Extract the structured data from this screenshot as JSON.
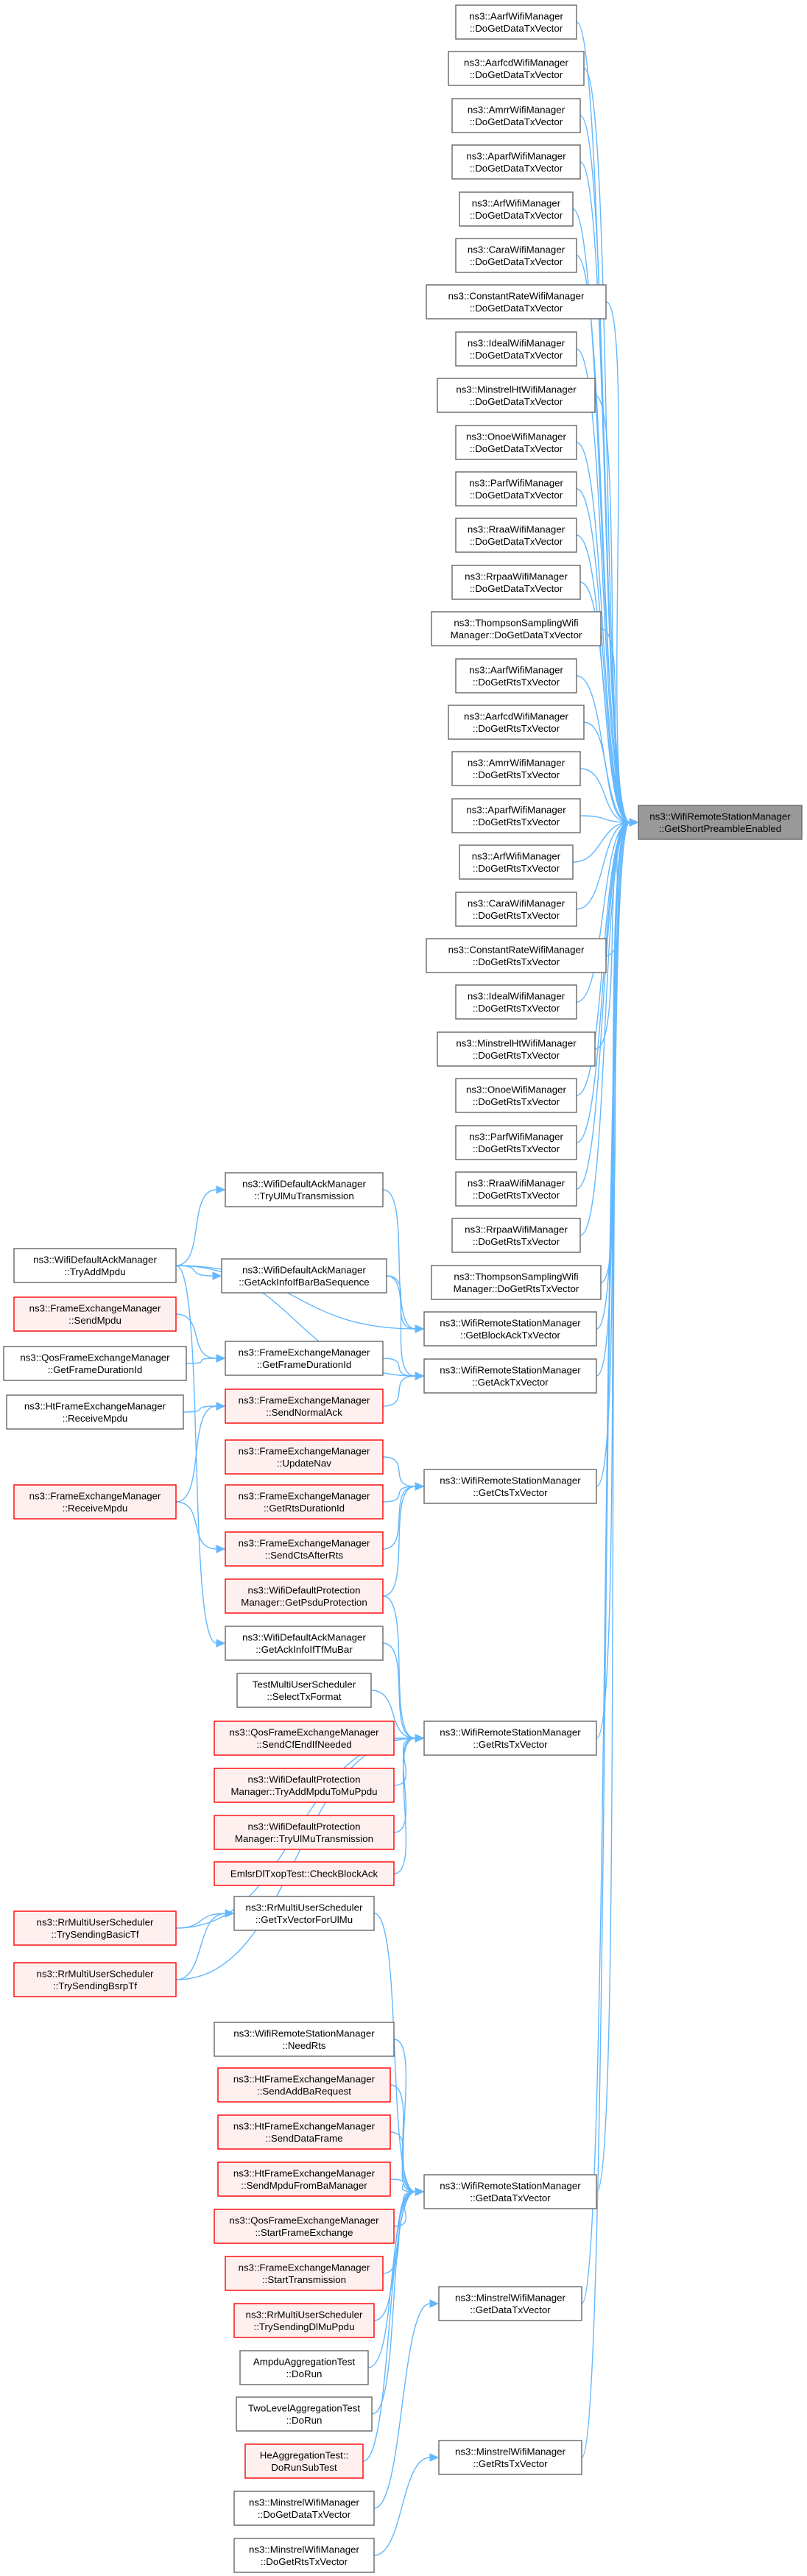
{
  "colors": {
    "edge": "#63b8ff",
    "node_border": "#666666",
    "node_fill": "#ffffff",
    "unlinked_border": "#ff0000",
    "unlinked_fill": "#fff0f0",
    "root_fill": "#999999",
    "root_border": "#666666"
  },
  "nodes": [
    {
      "id": "root",
      "lines": [
        "ns3::WifiRemoteStationManager",
        "::GetShortPreambleEnabled"
      ],
      "style": "root"
    },
    {
      "id": "aarf_data",
      "lines": [
        "ns3::AarfWifiManager",
        "::DoGetDataTxVector"
      ],
      "style": "normal"
    },
    {
      "id": "aarfcd_data",
      "lines": [
        "ns3::AarfcdWifiManager",
        "::DoGetDataTxVector"
      ],
      "style": "normal"
    },
    {
      "id": "amrr_data",
      "lines": [
        "ns3::AmrrWifiManager",
        "::DoGetDataTxVector"
      ],
      "style": "normal"
    },
    {
      "id": "aparf_data",
      "lines": [
        "ns3::AparfWifiManager",
        "::DoGetDataTxVector"
      ],
      "style": "normal"
    },
    {
      "id": "arf_data",
      "lines": [
        "ns3::ArfWifiManager",
        "::DoGetDataTxVector"
      ],
      "style": "normal"
    },
    {
      "id": "cara_data",
      "lines": [
        "ns3::CaraWifiManager",
        "::DoGetDataTxVector"
      ],
      "style": "normal"
    },
    {
      "id": "const_data",
      "lines": [
        "ns3::ConstantRateWifiManager",
        "::DoGetDataTxVector"
      ],
      "style": "normal"
    },
    {
      "id": "ideal_data",
      "lines": [
        "ns3::IdealWifiManager",
        "::DoGetDataTxVector"
      ],
      "style": "normal"
    },
    {
      "id": "minht_data",
      "lines": [
        "ns3::MinstrelHtWifiManager",
        "::DoGetDataTxVector"
      ],
      "style": "normal"
    },
    {
      "id": "onoe_data",
      "lines": [
        "ns3::OnoeWifiManager",
        "::DoGetDataTxVector"
      ],
      "style": "normal"
    },
    {
      "id": "parf_data",
      "lines": [
        "ns3::ParfWifiManager",
        "::DoGetDataTxVector"
      ],
      "style": "normal"
    },
    {
      "id": "rraa_data",
      "lines": [
        "ns3::RraaWifiManager",
        "::DoGetDataTxVector"
      ],
      "style": "normal"
    },
    {
      "id": "rrpaa_data",
      "lines": [
        "ns3::RrpaaWifiManager",
        "::DoGetDataTxVector"
      ],
      "style": "normal"
    },
    {
      "id": "thomp_data",
      "lines": [
        "ns3::ThompsonSamplingWifi",
        "Manager::DoGetDataTxVector"
      ],
      "style": "normal"
    },
    {
      "id": "aarf_rts",
      "lines": [
        "ns3::AarfWifiManager",
        "::DoGetRtsTxVector"
      ],
      "style": "normal"
    },
    {
      "id": "aarfcd_rts",
      "lines": [
        "ns3::AarfcdWifiManager",
        "::DoGetRtsTxVector"
      ],
      "style": "normal"
    },
    {
      "id": "amrr_rts",
      "lines": [
        "ns3::AmrrWifiManager",
        "::DoGetRtsTxVector"
      ],
      "style": "normal"
    },
    {
      "id": "aparf_rts",
      "lines": [
        "ns3::AparfWifiManager",
        "::DoGetRtsTxVector"
      ],
      "style": "normal"
    },
    {
      "id": "arf_rts",
      "lines": [
        "ns3::ArfWifiManager",
        "::DoGetRtsTxVector"
      ],
      "style": "normal"
    },
    {
      "id": "cara_rts",
      "lines": [
        "ns3::CaraWifiManager",
        "::DoGetRtsTxVector"
      ],
      "style": "normal"
    },
    {
      "id": "const_rts",
      "lines": [
        "ns3::ConstantRateWifiManager",
        "::DoGetRtsTxVector"
      ],
      "style": "normal"
    },
    {
      "id": "ideal_rts",
      "lines": [
        "ns3::IdealWifiManager",
        "::DoGetRtsTxVector"
      ],
      "style": "normal"
    },
    {
      "id": "minht_rts",
      "lines": [
        "ns3::MinstrelHtWifiManager",
        "::DoGetRtsTxVector"
      ],
      "style": "normal"
    },
    {
      "id": "onoe_rts",
      "lines": [
        "ns3::OnoeWifiManager",
        "::DoGetRtsTxVector"
      ],
      "style": "normal"
    },
    {
      "id": "parf_rts",
      "lines": [
        "ns3::ParfWifiManager",
        "::DoGetRtsTxVector"
      ],
      "style": "normal"
    },
    {
      "id": "rraa_rts",
      "lines": [
        "ns3::RraaWifiManager",
        "::DoGetRtsTxVector"
      ],
      "style": "normal"
    },
    {
      "id": "rrpaa_rts",
      "lines": [
        "ns3::RrpaaWifiManager",
        "::DoGetRtsTxVector"
      ],
      "style": "normal"
    },
    {
      "id": "thomp_rts",
      "lines": [
        "ns3::ThompsonSamplingWifi",
        "Manager::DoGetRtsTxVector"
      ],
      "style": "normal"
    },
    {
      "id": "getblockack",
      "lines": [
        "ns3::WifiRemoteStationManager",
        "::GetBlockAckTxVector"
      ],
      "style": "normal"
    },
    {
      "id": "getack",
      "lines": [
        "ns3::WifiRemoteStationManager",
        "::GetAckTxVector"
      ],
      "style": "normal"
    },
    {
      "id": "getcts",
      "lines": [
        "ns3::WifiRemoteStationManager",
        "::GetCtsTxVector"
      ],
      "style": "normal"
    },
    {
      "id": "getrts",
      "lines": [
        "ns3::WifiRemoteStationManager",
        "::GetRtsTxVector"
      ],
      "style": "normal"
    },
    {
      "id": "getdata",
      "lines": [
        "ns3::WifiRemoteStationManager",
        "::GetDataTxVector"
      ],
      "style": "normal"
    },
    {
      "id": "minstrel_data",
      "lines": [
        "ns3::MinstrelWifiManager",
        "::GetDataTxVector"
      ],
      "style": "normal"
    },
    {
      "id": "minstrel_rts",
      "lines": [
        "ns3::MinstrelWifiManager",
        "::GetRtsTxVector"
      ],
      "style": "normal"
    },
    {
      "id": "tryulmu",
      "lines": [
        "ns3::WifiDefaultAckManager",
        "::TryUlMuTransmission"
      ],
      "style": "normal"
    },
    {
      "id": "getackinfobar",
      "lines": [
        "ns3::WifiDefaultAckManager",
        "::GetAckInfoIfBarBaSequence"
      ],
      "style": "normal"
    },
    {
      "id": "tryaddmpdu",
      "lines": [
        "ns3::WifiDefaultAckManager",
        "::TryAddMpdu"
      ],
      "style": "normal"
    },
    {
      "id": "fem_sendmpdu",
      "lines": [
        "ns3::FrameExchangeManager",
        "::SendMpdu"
      ],
      "style": "red"
    },
    {
      "id": "qos_getframedur",
      "lines": [
        "ns3::QosFrameExchangeManager",
        "::GetFrameDurationId"
      ],
      "style": "normal"
    },
    {
      "id": "ht_receivempdu",
      "lines": [
        "ns3::HtFrameExchangeManager",
        "::ReceiveMpdu"
      ],
      "style": "normal"
    },
    {
      "id": "fem_getframedur",
      "lines": [
        "ns3::FrameExchangeManager",
        "::GetFrameDurationId"
      ],
      "style": "normal"
    },
    {
      "id": "fem_sendnormalack",
      "lines": [
        "ns3::FrameExchangeManager",
        "::SendNormalAck"
      ],
      "style": "red"
    },
    {
      "id": "fem_receivempdu",
      "lines": [
        "ns3::FrameExchangeManager",
        "::ReceiveMpdu"
      ],
      "style": "red"
    },
    {
      "id": "fem_updatenav",
      "lines": [
        "ns3::FrameExchangeManager",
        "::UpdateNav"
      ],
      "style": "red"
    },
    {
      "id": "fem_getrtsdur",
      "lines": [
        "ns3::FrameExchangeManager",
        "::GetRtsDurationId"
      ],
      "style": "red"
    },
    {
      "id": "fem_sendctsafter",
      "lines": [
        "ns3::FrameExchangeManager",
        "::SendCtsAfterRts"
      ],
      "style": "red"
    },
    {
      "id": "defprot_getpsdu",
      "lines": [
        "ns3::WifiDefaultProtection",
        "Manager::GetPsduProtection"
      ],
      "style": "red"
    },
    {
      "id": "getackinfotf",
      "lines": [
        "ns3::WifiDefaultAckManager",
        "::GetAckInfoIfTfMuBar"
      ],
      "style": "normal"
    },
    {
      "id": "selecttx",
      "lines": [
        "TestMultiUserScheduler",
        "::SelectTxFormat"
      ],
      "style": "normal"
    },
    {
      "id": "qos_sendcfend",
      "lines": [
        "ns3::QosFrameExchangeManager",
        "::SendCfEndIfNeeded"
      ],
      "style": "red"
    },
    {
      "id": "defprot_tryadd",
      "lines": [
        "ns3::WifiDefaultProtection",
        "Manager::TryAddMpduToMuPpdu"
      ],
      "style": "red"
    },
    {
      "id": "defprot_tryulmu",
      "lines": [
        "ns3::WifiDefaultProtection",
        "Manager::TryUlMuTransmission"
      ],
      "style": "red"
    },
    {
      "id": "emlsr",
      "lines": [
        "EmlsrDlTxopTest::CheckBlockAck"
      ],
      "style": "red"
    },
    {
      "id": "rr_trybasictf",
      "lines": [
        "ns3::RrMultiUserScheduler",
        "::TrySendingBasicTf"
      ],
      "style": "red"
    },
    {
      "id": "rr_getulmu",
      "lines": [
        "ns3::RrMultiUserScheduler",
        "::GetTxVectorForUlMu"
      ],
      "style": "normal"
    },
    {
      "id": "rr_trybsrptf",
      "lines": [
        "ns3::RrMultiUserScheduler",
        "::TrySendingBsrpTf"
      ],
      "style": "red"
    },
    {
      "id": "needrts",
      "lines": [
        "ns3::WifiRemoteStationManager",
        "::NeedRts"
      ],
      "style": "normal"
    },
    {
      "id": "ht_sendaddba",
      "lines": [
        "ns3::HtFrameExchangeManager",
        "::SendAddBaRequest"
      ],
      "style": "red"
    },
    {
      "id": "ht_senddata",
      "lines": [
        "ns3::HtFrameExchangeManager",
        "::SendDataFrame"
      ],
      "style": "red"
    },
    {
      "id": "ht_sendmpdufrom",
      "lines": [
        "ns3::HtFrameExchangeManager",
        "::SendMpduFromBaManager"
      ],
      "style": "red"
    },
    {
      "id": "qos_startframe",
      "lines": [
        "ns3::QosFrameExchangeManager",
        "::StartFrameExchange"
      ],
      "style": "red"
    },
    {
      "id": "fem_starttx",
      "lines": [
        "ns3::FrameExchangeManager",
        "::StartTransmission"
      ],
      "style": "red"
    },
    {
      "id": "rr_trydlmu",
      "lines": [
        "ns3::RrMultiUserScheduler",
        "::TrySendingDlMuPpdu"
      ],
      "style": "red"
    },
    {
      "id": "ampdu_test",
      "lines": [
        "AmpduAggregationTest",
        "::DoRun"
      ],
      "style": "normal"
    },
    {
      "id": "twolevel_test",
      "lines": [
        "TwoLevelAggregationTest",
        "::DoRun"
      ],
      "style": "normal"
    },
    {
      "id": "he_test",
      "lines": [
        "HeAggregationTest::",
        "DoRunSubTest"
      ],
      "style": "red"
    },
    {
      "id": "minstrel_dogetdata",
      "lines": [
        "ns3::MinstrelWifiManager",
        "::DoGetDataTxVector"
      ],
      "style": "normal"
    },
    {
      "id": "minstrel_dogetrts",
      "lines": [
        "ns3::MinstrelWifiManager",
        "::DoGetRtsTxVector"
      ],
      "style": "normal"
    }
  ],
  "edges": [
    [
      "aarf_data",
      "root"
    ],
    [
      "aarfcd_data",
      "root"
    ],
    [
      "amrr_data",
      "root"
    ],
    [
      "aparf_data",
      "root"
    ],
    [
      "arf_data",
      "root"
    ],
    [
      "cara_data",
      "root"
    ],
    [
      "const_data",
      "root"
    ],
    [
      "ideal_data",
      "root"
    ],
    [
      "minht_data",
      "root"
    ],
    [
      "onoe_data",
      "root"
    ],
    [
      "parf_data",
      "root"
    ],
    [
      "rraa_data",
      "root"
    ],
    [
      "rrpaa_data",
      "root"
    ],
    [
      "thomp_data",
      "root"
    ],
    [
      "aarf_rts",
      "root"
    ],
    [
      "aarfcd_rts",
      "root"
    ],
    [
      "amrr_rts",
      "root"
    ],
    [
      "aparf_rts",
      "root"
    ],
    [
      "arf_rts",
      "root"
    ],
    [
      "cara_rts",
      "root"
    ],
    [
      "const_rts",
      "root"
    ],
    [
      "ideal_rts",
      "root"
    ],
    [
      "minht_rts",
      "root"
    ],
    [
      "onoe_rts",
      "root"
    ],
    [
      "parf_rts",
      "root"
    ],
    [
      "rraa_rts",
      "root"
    ],
    [
      "rrpaa_rts",
      "root"
    ],
    [
      "thomp_rts",
      "root"
    ],
    [
      "getblockack",
      "root"
    ],
    [
      "getack",
      "root"
    ],
    [
      "getcts",
      "root"
    ],
    [
      "getrts",
      "root"
    ],
    [
      "getdata",
      "root"
    ],
    [
      "minstrel_data",
      "root"
    ],
    [
      "minstrel_rts",
      "root"
    ],
    [
      "tryulmu",
      "getblockack"
    ],
    [
      "getackinfobar",
      "getblockack"
    ],
    [
      "tryaddmpdu",
      "getblockack"
    ],
    [
      "fem_getframedur",
      "getack"
    ],
    [
      "fem_sendnormalack",
      "getack"
    ],
    [
      "getackinfobar",
      "getack"
    ],
    [
      "tryaddmpdu",
      "getack"
    ],
    [
      "fem_updatenav",
      "getcts"
    ],
    [
      "fem_getrtsdur",
      "getcts"
    ],
    [
      "fem_sendctsafter",
      "getcts"
    ],
    [
      "defprot_getpsdu",
      "getcts"
    ],
    [
      "getackinfotf",
      "getrts"
    ],
    [
      "selecttx",
      "getrts"
    ],
    [
      "qos_sendcfend",
      "getrts"
    ],
    [
      "defprot_tryadd",
      "getrts"
    ],
    [
      "defprot_tryulmu",
      "getrts"
    ],
    [
      "emlsr",
      "getrts"
    ],
    [
      "rr_trybasictf",
      "getrts"
    ],
    [
      "rr_trybsrptf",
      "getrts"
    ],
    [
      "defprot_getpsdu",
      "getrts"
    ],
    [
      "rr_getulmu",
      "getdata"
    ],
    [
      "needrts",
      "getdata"
    ],
    [
      "ht_sendaddba",
      "getdata"
    ],
    [
      "ht_senddata",
      "getdata"
    ],
    [
      "ht_sendmpdufrom",
      "getdata"
    ],
    [
      "qos_startframe",
      "getdata"
    ],
    [
      "fem_starttx",
      "getdata"
    ],
    [
      "rr_trydlmu",
      "getdata"
    ],
    [
      "ampdu_test",
      "getdata"
    ],
    [
      "twolevel_test",
      "getdata"
    ],
    [
      "he_test",
      "getdata"
    ],
    [
      "minstrel_dogetdata",
      "minstrel_data"
    ],
    [
      "minstrel_dogetrts",
      "minstrel_rts"
    ],
    [
      "fem_sendmpdu",
      "fem_getframedur"
    ],
    [
      "qos_getframedur",
      "fem_getframedur"
    ],
    [
      "ht_receivempdu",
      "fem_sendnormalack"
    ],
    [
      "fem_receivempdu",
      "fem_sendnormalack"
    ],
    [
      "fem_receivempdu",
      "fem_sendctsafter"
    ],
    [
      "tryaddmpdu",
      "tryulmu"
    ],
    [
      "tryaddmpdu",
      "getackinfobar"
    ],
    [
      "tryaddmpdu",
      "getackinfotf"
    ],
    [
      "rr_trybasictf",
      "rr_getulmu"
    ],
    [
      "rr_trybsrptf",
      "rr_getulmu"
    ]
  ]
}
